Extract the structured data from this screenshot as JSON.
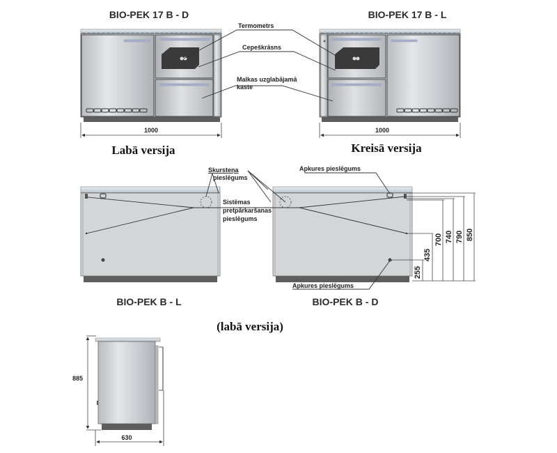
{
  "front_views": {
    "right_model": {
      "title": "BIO-PEK 17 B - D",
      "width_dim": "1000",
      "caption": "Labā versija"
    },
    "left_model": {
      "title": "BIO-PEK 17 B - L",
      "width_dim": "1000",
      "caption": "Kreisā versija"
    },
    "callouts": {
      "thermometer": "Termometrs",
      "oven": "Cepeškrāsns",
      "wood_storage_line1": "Malkas uzglabājamā",
      "wood_storage_line2": "kaste"
    }
  },
  "rear_views": {
    "left_model_title": "BIO-PEK B - L",
    "right_model_title": "BIO-PEK B - D",
    "callouts": {
      "chimney_line1": "Skursteņa",
      "chimney_line2": "pieslēgums",
      "overheat_line1": "Sistēmas",
      "overheat_line2": "pretpārkaršanas",
      "overheat_line3": "pieslēgums",
      "heating_top": "Apkures pieslēgums",
      "heating_bottom": "Apkures pieslēgums"
    },
    "height_dims": [
      "255",
      "435",
      "700",
      "740",
      "790",
      "850"
    ]
  },
  "side_view": {
    "caption": "(labā versija)",
    "height_dim": "885",
    "depth_dim": "630"
  }
}
